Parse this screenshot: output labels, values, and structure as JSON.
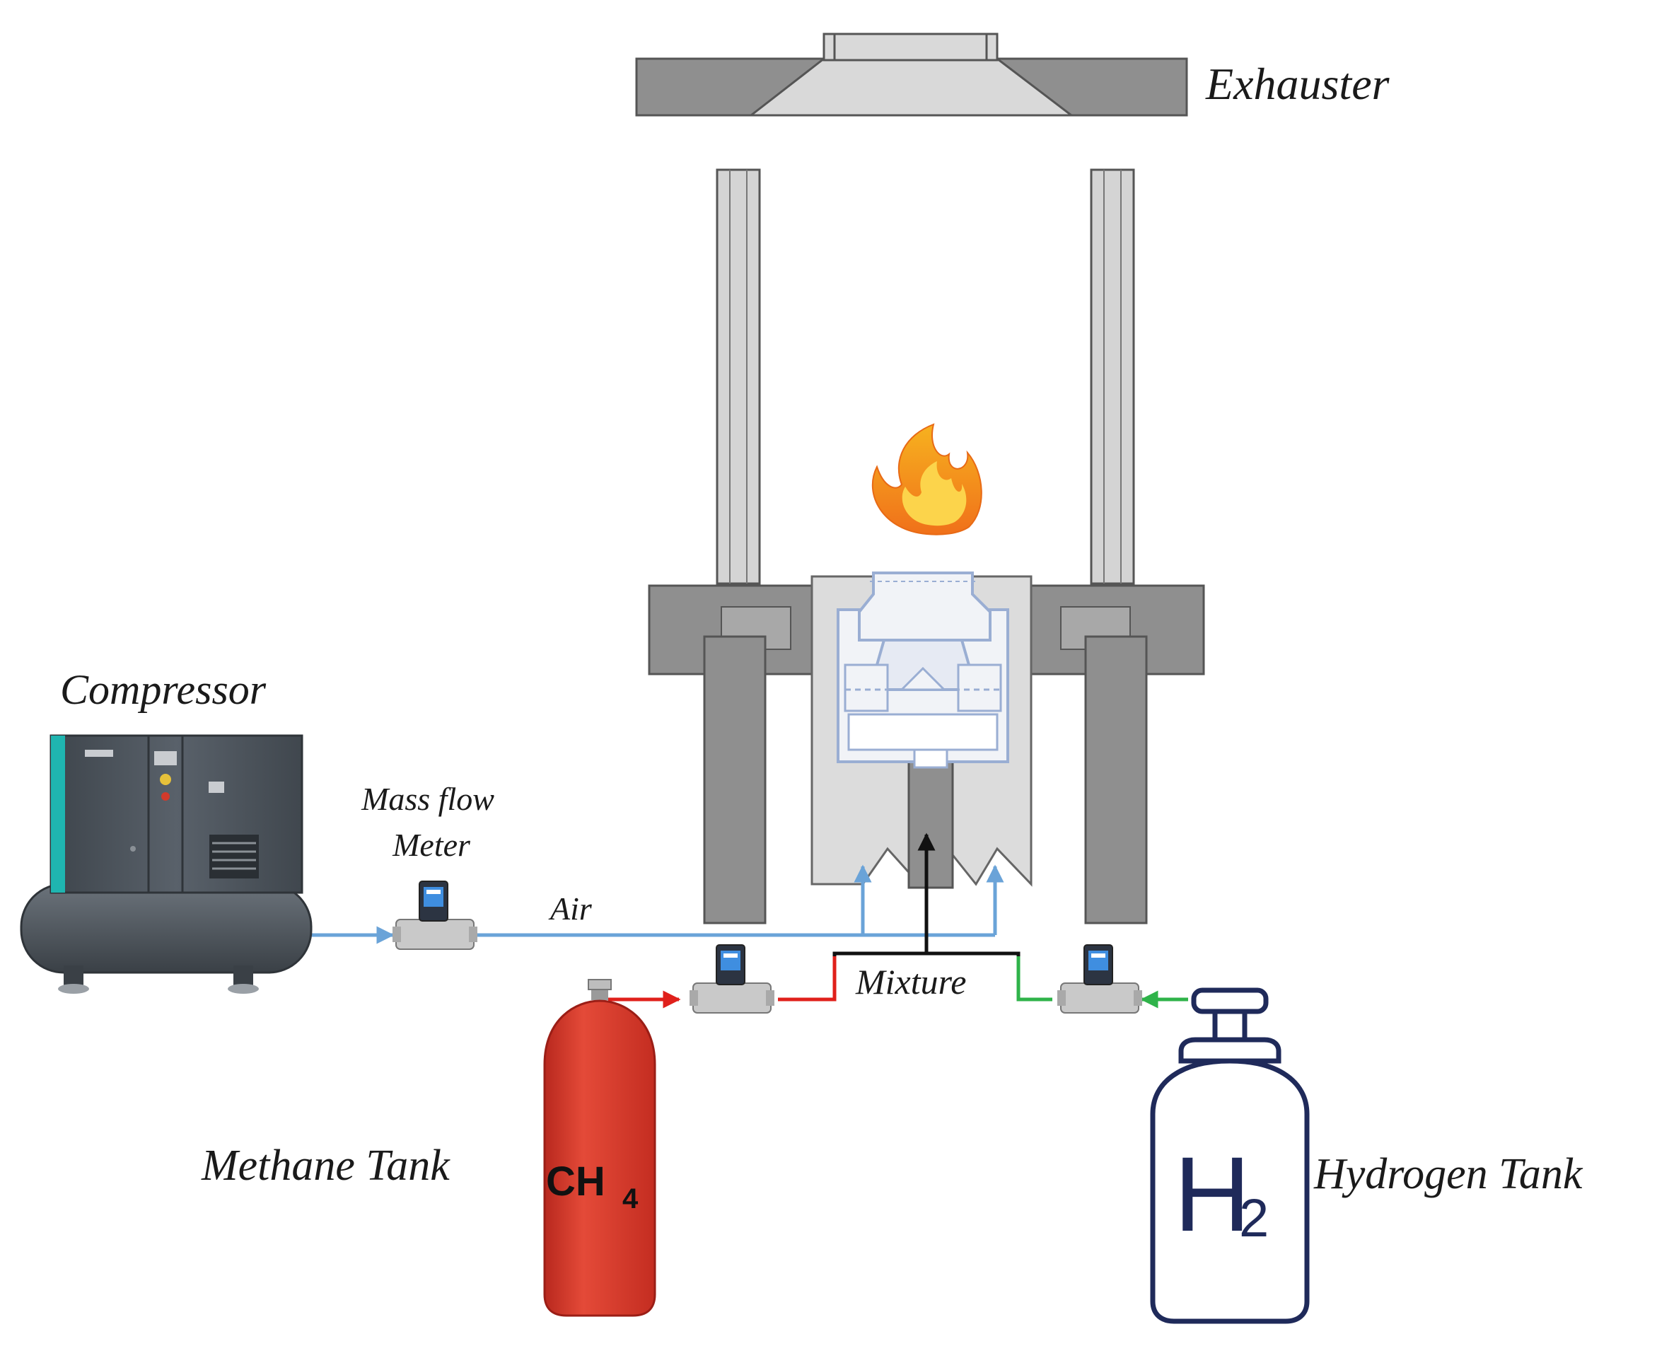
{
  "labels": {
    "exhauster": "Exhauster",
    "compressor": "Compressor",
    "mass_flow_line1": "Mass flow",
    "mass_flow_line2": "Meter",
    "air": "Air",
    "mixture": "Mixture",
    "methane_tank": "Methane Tank",
    "hydrogen_tank": "Hydrogen Tank"
  },
  "tank_markings": {
    "methane_main": "CH",
    "methane_sub": "4",
    "hydrogen_main": "H",
    "hydrogen_sub": "2"
  },
  "colors": {
    "air_line": "#6aa3d8",
    "methane_line": "#e0201b",
    "hydrogen_line": "#2fb34a",
    "mixture_line": "#111111",
    "structure_fill": "#8f8f8f",
    "structure_light": "#d4d4d4",
    "burner_fill": "#dcdcdc",
    "burner_inner": "#f1f3f7",
    "burner_detail": "#9aaed3",
    "methane_tank": "#dc3b2c",
    "hydrogen_tank": "#1f2a5a",
    "compressor_body": "#4c535b",
    "compressor_accent": "#1fb5b0",
    "flame_outer": "#f28a1e",
    "flame_inner": "#fcd44b"
  }
}
